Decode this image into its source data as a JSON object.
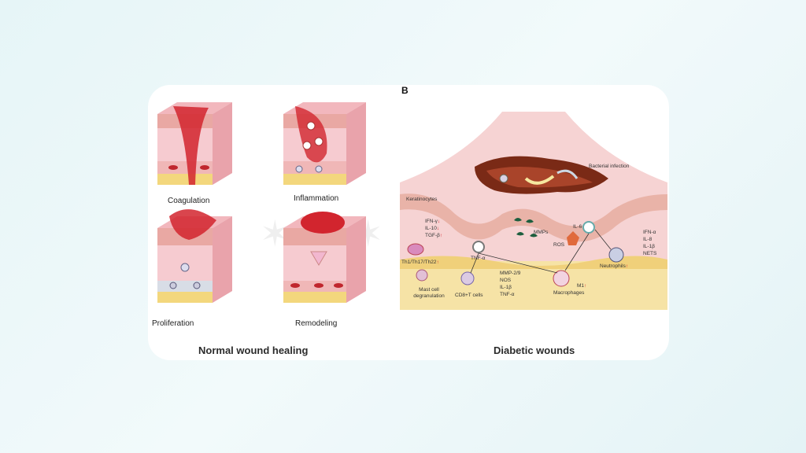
{
  "panel_letter": "B",
  "normal": {
    "caption": "Normal wound healing",
    "stages": [
      {
        "label": "Coagulation"
      },
      {
        "label": "Inflammation"
      },
      {
        "label": "Proliferation"
      },
      {
        "label": "Remodeling"
      }
    ]
  },
  "diabetic": {
    "caption": "Diabetic wounds",
    "labels": {
      "bacterial": "Bacterial infection",
      "keratinocytes": "Keratinocytes",
      "ifn": "IFN-γ",
      "il10": "IL-10",
      "tgf": "TGF-β",
      "th": "Th1/Th17/Th22",
      "tnf": "TNF-α",
      "mmps": "MMPs",
      "ros": "ROS",
      "il6": "IL-6",
      "right_list": [
        "IFN-α",
        "IL-8",
        "IL-1β",
        "NETS"
      ],
      "neutrophils": "Neutrophils",
      "mast": "Mast cell degranulation",
      "cd8": "CD8+T cells",
      "mmp_list": [
        "MMP-2/9",
        "NOS",
        "IL-1β",
        "TNF-α"
      ],
      "m1": "M1",
      "macrophages": "Macrophages"
    }
  },
  "colors": {
    "skin": "#f4c3c8",
    "epidermis": "#e9a8a3",
    "blood": "#d2252e",
    "fat": "#f3d77d",
    "wound": "#7a2a16"
  }
}
